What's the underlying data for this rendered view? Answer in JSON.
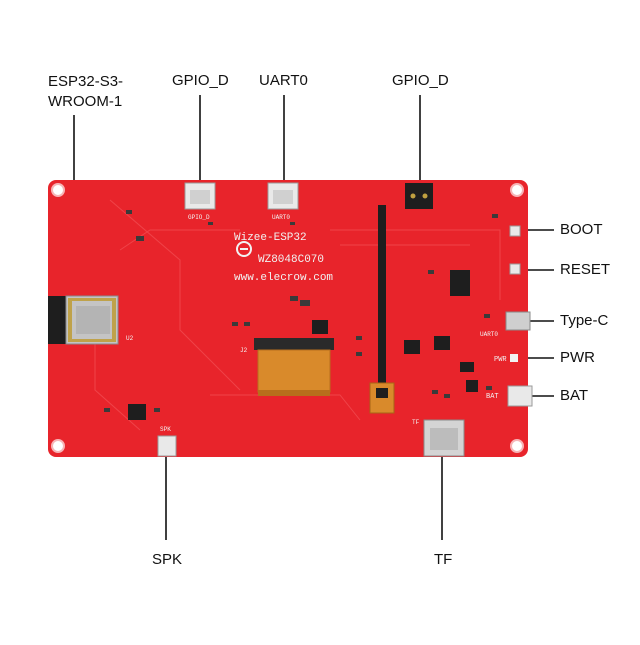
{
  "diagram": {
    "labels": {
      "esp32": "ESP32-S3-\nWROOM-1",
      "gpio_d_left": "GPIO_D",
      "uart0": "UART0",
      "gpio_d_right": "GPIO_D",
      "boot": "BOOT",
      "reset": "RESET",
      "typec": "Type-C",
      "pwr": "PWR",
      "bat": "BAT",
      "spk": "SPK",
      "tf": "TF"
    },
    "board": {
      "brand": "Wizee-ESP32",
      "model": "WZ8048C070",
      "website": "www.elecrow.com",
      "silk_gpio_d": "GPIO_D",
      "silk_uart0": "UART0",
      "silk_pwr": "PWR",
      "silk_bat": "BAT",
      "silk_uart0_right": "UART0",
      "silk_spk": "SPK",
      "silk_tf": "TF",
      "silk_j2": "J2",
      "silk_u2": "U2"
    },
    "colors": {
      "board": "#e8242b",
      "component": "#1e1e1e",
      "connector": "#e9e9e9",
      "flex_cable": "#d98a2b"
    }
  }
}
